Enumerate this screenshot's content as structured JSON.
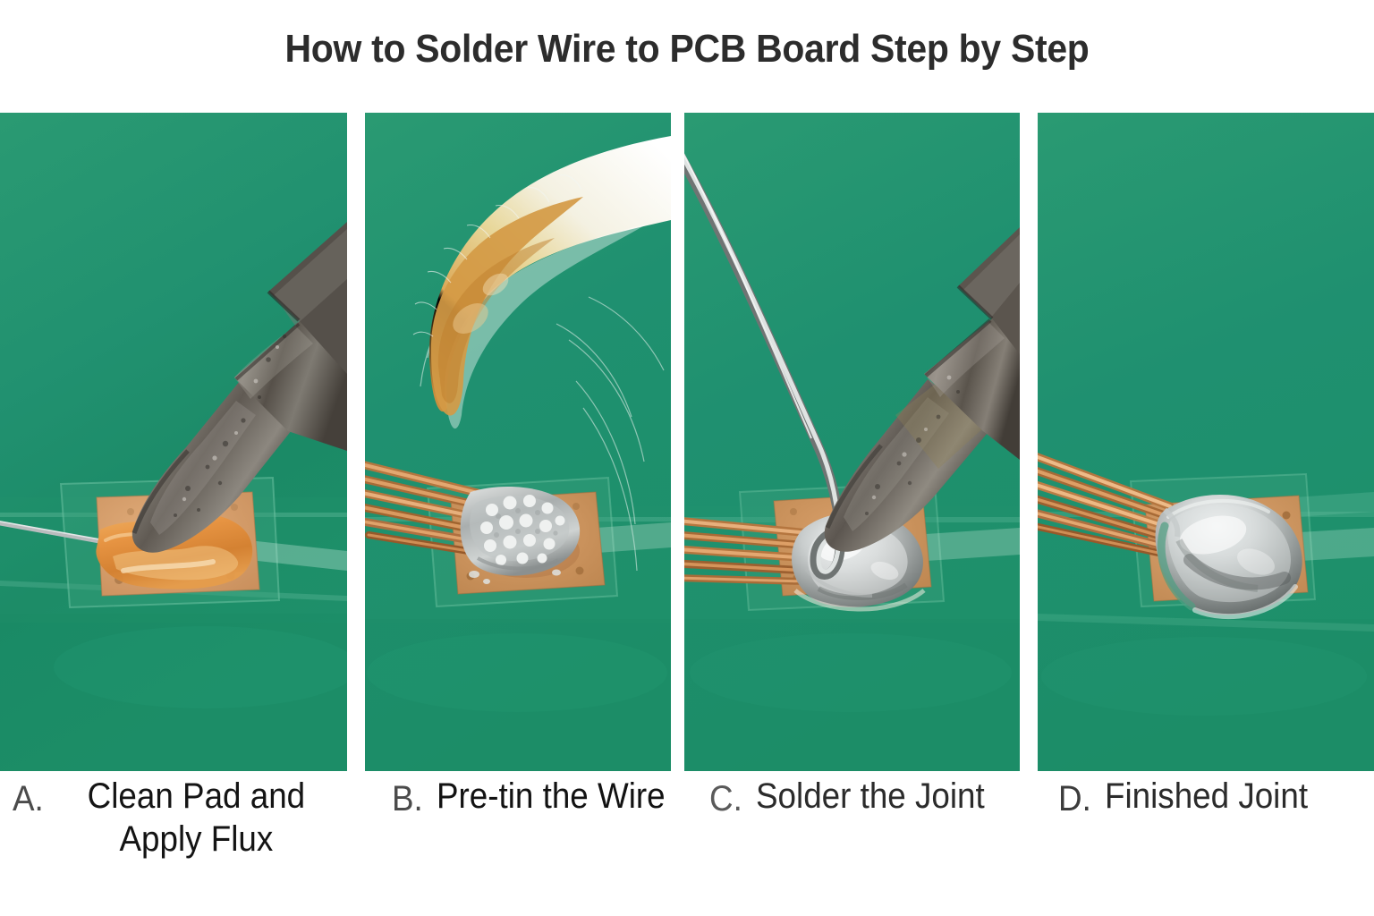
{
  "title": "How to Solder Wire to PCB Board Step by Step",
  "panels": [
    {
      "id": "A",
      "letter": "A.",
      "caption": "Clean Pad and Apply Flux",
      "caption_line1": "Clean Pad and",
      "caption_line2": "Apply Flux",
      "scene": "soldering-iron-tip-pressing-flux-covered-copper-pad",
      "background_color": "#1d8c64",
      "elements": [
        "soldering-iron-tip",
        "copper-pad",
        "orange-flux",
        "green-pcb",
        "thin-wire"
      ]
    },
    {
      "id": "B",
      "letter": "B.",
      "caption": "Pre-tin the Wire",
      "caption_line1": "Pre-tin the Wire",
      "caption_line2": "",
      "scene": "cotton-swab-above-tinned-stranded-copper-wire-on-pad",
      "background_color": "#1d8c64",
      "elements": [
        "cotton-swab",
        "stranded-copper-wire",
        "tinned-solder-coating",
        "copper-pad",
        "green-pcb"
      ]
    },
    {
      "id": "C",
      "letter": "C.",
      "caption": "Solder the Joint",
      "caption_line1": "Solder the Joint",
      "caption_line2": "",
      "scene": "solder-wire-and-iron-tip-melting-solder-onto-joint",
      "background_color": "#1d8c64",
      "elements": [
        "soldering-iron-tip",
        "solder-wire-feed",
        "molten-solder-blob",
        "stranded-copper-wire",
        "copper-pad",
        "green-pcb"
      ]
    },
    {
      "id": "D",
      "letter": "D.",
      "caption": "Finished Joint",
      "caption_line1": "Finished Joint",
      "caption_line2": "",
      "scene": "completed-shiny-solder-joint-on-pad-with-wire",
      "background_color": "#1d8c64",
      "elements": [
        "finished-solder-blob",
        "stranded-copper-wire",
        "copper-pad",
        "green-pcb"
      ]
    }
  ],
  "colors": {
    "title_text": "#2c2c2c",
    "caption_letter": "#4b4b4b",
    "caption_text": "#141414",
    "pcb_green": "#1d8c64",
    "pcb_green_dark": "#157a55",
    "copper_pad": "#d99a5c",
    "flux_orange": "#e2953b",
    "solder_silver": "#c8ccce",
    "iron_tip_dark": "#4e4a44",
    "page_background": "#ffffff"
  }
}
